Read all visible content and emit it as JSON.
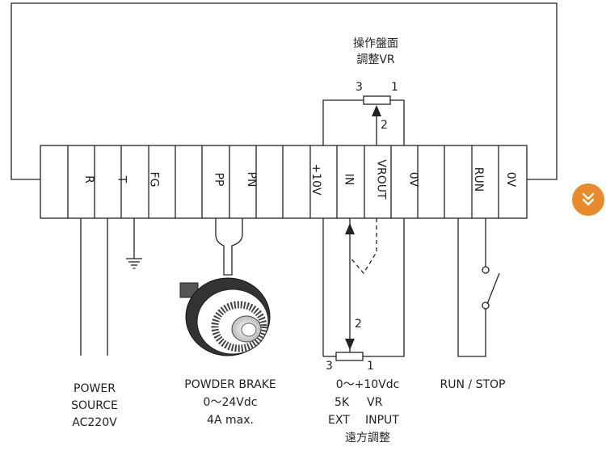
{
  "panel": {
    "title_line1": "操作盤面",
    "title_line2": "調整VR"
  },
  "top_vr": {
    "pin3": "3",
    "pin1": "1",
    "pin2": "2"
  },
  "bottom_vr": {
    "pin3": "3",
    "pin1": "1",
    "pin2": "2"
  },
  "terminals": [
    "",
    "R",
    "T",
    "FG",
    "",
    "PP",
    "PN",
    "",
    "+10V",
    "IN",
    "VROUT",
    "0V",
    "",
    "RUN",
    "0V"
  ],
  "captions": {
    "power": [
      "POWER",
      "SOURCE",
      "AC220V"
    ],
    "brake": [
      "POWDER BRAKE",
      "0～24Vdc",
      "4A max."
    ],
    "ext": {
      "line1": "0～+10Vdc",
      "line2a": "5K",
      "line2b": "VR",
      "line3a": "EXT",
      "line3b": "INPUT",
      "line4": "遠方調整"
    },
    "run": "RUN / STOP"
  },
  "fab_icon": "double-chevron-down-icon",
  "colors": {
    "line": "#222222",
    "accent": "#e98a2d"
  }
}
